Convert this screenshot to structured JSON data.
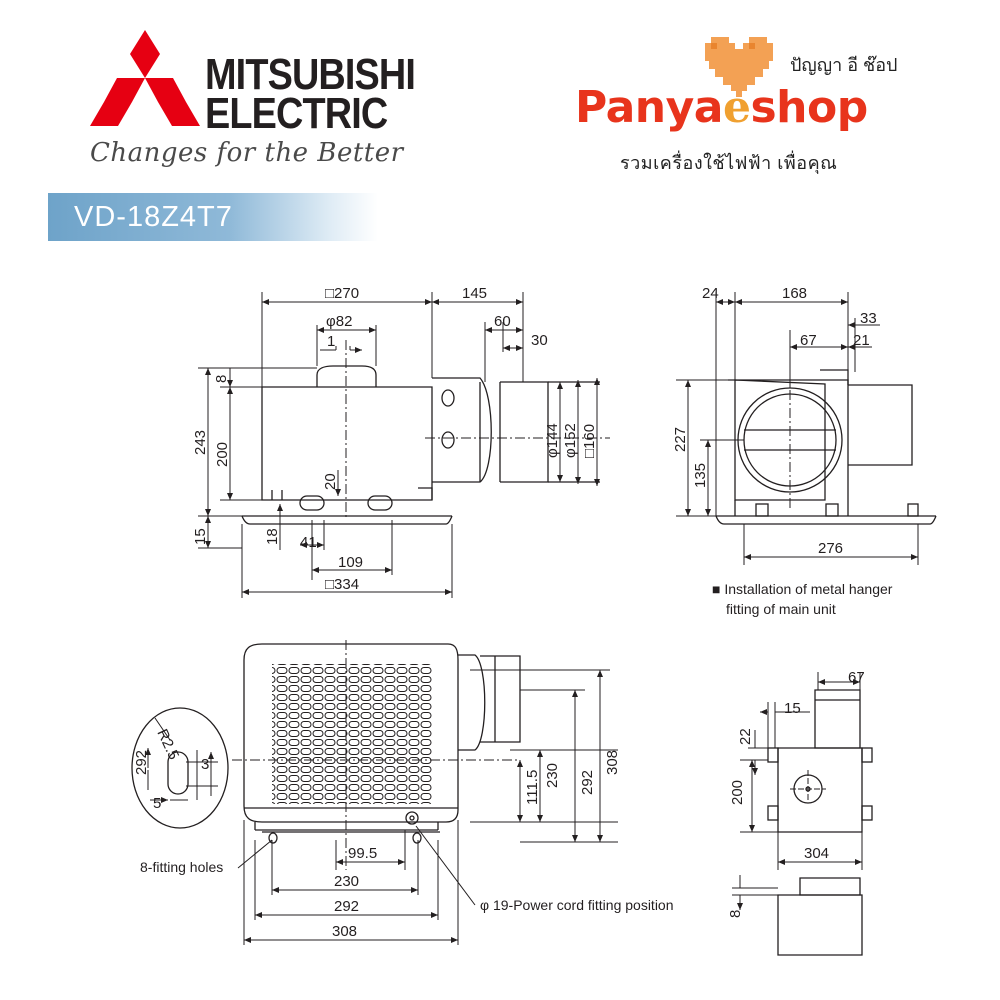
{
  "header": {
    "brand_name": "MITSUBISHI",
    "brand_sub": "ELECTRIC",
    "tagline": "Changes for the Better",
    "model": "VD-18Z4T7",
    "shop_name_thai": "ปัญญา อี ช๊อป",
    "shop_name_a": "Panya",
    "shop_name_e": "e",
    "shop_name_b": "shop",
    "shop_tagline": "รวมเครื่องใช้ไฟฟ้า เพื่อคุณ"
  },
  "colors": {
    "logo_red": "#e60012",
    "banner_blue": "#7aaed2",
    "shop_red": "#e8341c",
    "shop_orange": "#f0a030",
    "line": "#231f20"
  },
  "drawing": {
    "front_view": {
      "dims": [
        "□270",
        "145",
        "φ82",
        "60",
        "1",
        "30",
        "8",
        "243",
        "200",
        "φ144",
        "φ152",
        "□160",
        "20",
        "15",
        "18",
        "41",
        "109",
        "□334"
      ]
    },
    "side_view": {
      "dims": [
        "24",
        "168",
        "33",
        "67",
        "21",
        "227",
        "135",
        "276"
      ]
    },
    "hanger_caption": [
      "■ Installation of metal hanger",
      "fitting of main unit"
    ],
    "bottom_view": {
      "dims": [
        "230",
        "292",
        "308",
        "111.5",
        "99.5",
        "230",
        "292",
        "308"
      ],
      "detail": [
        "R2.5",
        "292",
        "3",
        "5"
      ],
      "fitting_holes": "8-fitting holes",
      "power_cord": "φ 19-Power cord fitting position"
    },
    "top_view": {
      "dims": [
        "67",
        "15",
        "22",
        "200",
        "304",
        "8"
      ]
    }
  }
}
